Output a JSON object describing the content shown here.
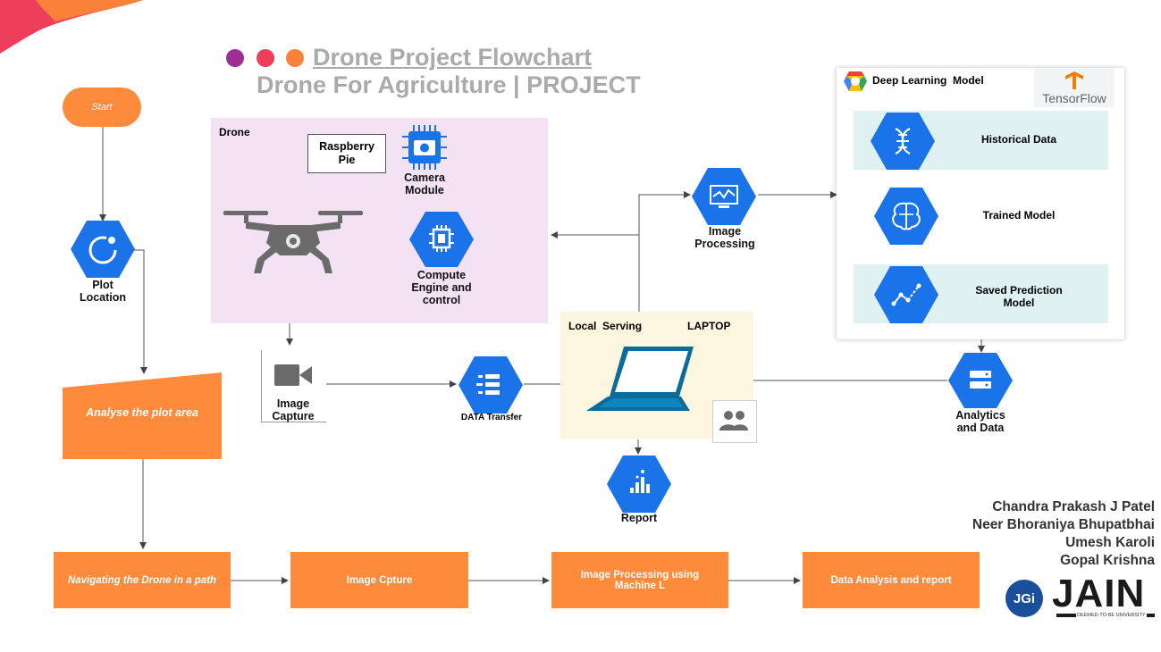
{
  "title": {
    "line1": "Drone Project Flowchart",
    "line2": "Drone For Agriculture | PROJECT",
    "dot_colors": [
      "#9b2f93",
      "#ef3e5b",
      "#f9813a"
    ]
  },
  "start": "Start",
  "plot_location": "Plot\nLocation",
  "analyse": "Analyse the plot area",
  "drone_panel": {
    "title": "Drone",
    "raspberry": "Raspberry\nPie",
    "camera": "Camera\nModule",
    "compute": "Compute\nEngine and\ncontrol"
  },
  "image_capture": "Image\nCapture",
  "data_transfer": "DATA Transfer",
  "laptop_panel": {
    "title": "Local  Serving",
    "laptop": "LAPTOP"
  },
  "image_processing": "Image\nProcessing",
  "report": "Report",
  "analytics": "Analytics\nand Data",
  "dl_panel": {
    "title": "Deep Learning  Model",
    "tensorflow": "TensorFlow",
    "historical": "Historical Data",
    "trained": "Trained Model",
    "saved": "Saved Prediction\nModel"
  },
  "bottom_flow": {
    "navigating": "Navigating the Drone  in a path",
    "capture": "Image Cpture",
    "processing": "Image Processing using\nMachine L",
    "analysis": "Data Analysis and report"
  },
  "authors": [
    "Chandra Prakash J Patel",
    "Neer Bhoraniya Bhupatbhai",
    "Umesh Karoli",
    "Gopal Krishna"
  ],
  "logo": {
    "jgi": "JGi",
    "jain": "JAIN",
    "deemed": "DEEMED-TO-BE UNIVERSITY"
  },
  "colors": {
    "orange": "#fe8a3c",
    "hex_blue": "#1a73e8",
    "drone_bg": "#f2e2f4",
    "laptop_bg": "#fdf6de",
    "dl_row": "#dff2f1"
  }
}
